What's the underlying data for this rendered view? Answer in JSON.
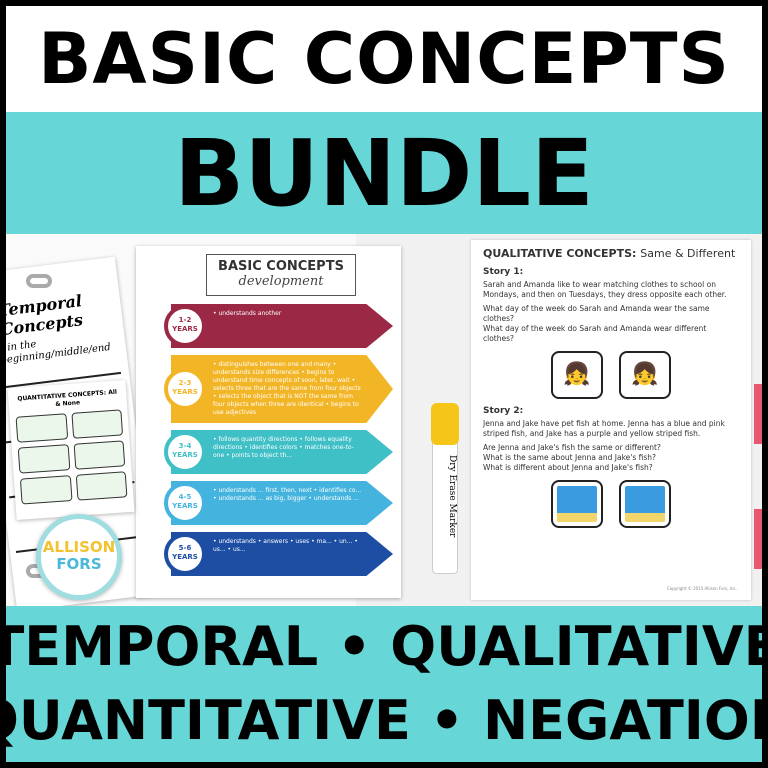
{
  "header": {
    "title": "BASIC CONCEPTS",
    "subtitle": "BUNDLE"
  },
  "footer": {
    "line1": "TEMPORAL • QUALITATIVE",
    "line2": "QUANTITATIVE • NEGATION"
  },
  "colors": {
    "teal": "#66d6d6",
    "border": "#000000",
    "tab_pink": "#e8576f"
  },
  "temporal_sheet": {
    "title": "Temporal Concepts",
    "subtitle": "s in the beginning/middle/end"
  },
  "development_sheet": {
    "title": "BASIC CONCEPTS",
    "script": "development",
    "bands": [
      {
        "years": "1-2 YEARS",
        "color": "#9b2845",
        "text": "• understands another"
      },
      {
        "years": "2-3 YEARS",
        "color": "#f2b526",
        "text": "• distinguishes between one and many • understands size differences • begins to understand time concepts of soon, later, wait • selects three that are the same from four objects • selects the object that is NOT the same from four objects when three are identical • begins to use adjectives"
      },
      {
        "years": "3-4 YEARS",
        "color": "#3fbfc6",
        "text": "• follows quantity directions • follows equality directions • identifies colors • matches one-to-one • points to object th..."
      },
      {
        "years": "4-5 YEARS",
        "color": "#44b3dd",
        "text": "• understands ... first, then, next • identifies co... • understands ... as big, bigger • understands ..."
      },
      {
        "years": "5-6 YEARS",
        "color": "#1d4ea3",
        "text": "• understands • answers • uses • ma... • un... • us... • us..."
      }
    ]
  },
  "cards": {
    "title": "QUANTITATIVE CONCEPTS: All & None"
  },
  "logo": {
    "line1": "ALLISON",
    "line2": "FORS"
  },
  "qualitative_page": {
    "title_bold": "QUALITATIVE CONCEPTS:",
    "title_rest": "Same & Different",
    "story1": {
      "label": "Story 1:",
      "text": "Sarah and Amanda like to wear matching clothes to school on Mondays, and then on Tuesdays, they dress opposite each other.",
      "q1": "What day of the week do Sarah and Amanda wear the same clothes?",
      "q2": "What day of the week do Sarah and Amanda wear different clothes?"
    },
    "story2": {
      "label": "Story 2:",
      "text": "Jenna and Jake have pet fish at home. Jenna has a blue and pink striped fish, and Jake has a purple and yellow striped fish.",
      "q1": "Are Jenna and Jake's fish the same or different?",
      "q2": "What is the same about Jenna and Jake's fish?",
      "q3": "What is different about Jenna and Jake's fish?"
    },
    "copyright": "Copyright © 2015 Allison Fors, Inc."
  },
  "marker": {
    "label": "Dry Erase Marker"
  }
}
